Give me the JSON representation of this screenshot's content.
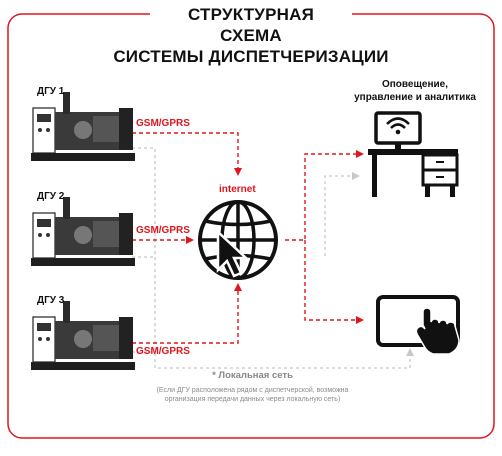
{
  "title": {
    "line1": "СТРУКТУРНАЯ СХЕМА",
    "line2": "СИСТЕМЫ ДИСПЕТЧЕРИЗАЦИИ"
  },
  "generators": [
    {
      "label": "ДГУ 1",
      "link_label": "GSM/GPRS"
    },
    {
      "label": "ДГУ 2",
      "link_label": "GSM/GPRS"
    },
    {
      "label": "ДГУ 3",
      "link_label": "GSM/GPRS"
    }
  ],
  "internet_label": "internet",
  "workstation": {
    "label_line1": "Оповещение,",
    "label_line2": "управление и аналитика"
  },
  "local_network": {
    "title": "* Локальная сеть",
    "note_line1": "(Если ДГУ расположена рядом с диспетчерской, возможна",
    "note_line2": "организация передачи данных через локальную сеть)"
  },
  "colors": {
    "accent": "#e0161c",
    "dark": "#111111",
    "gray_link": "#c8c8c8"
  },
  "icons": [
    "generator-icon",
    "globe-cursor-icon",
    "desk-monitor-wifi-icon",
    "tablet-touch-icon"
  ]
}
